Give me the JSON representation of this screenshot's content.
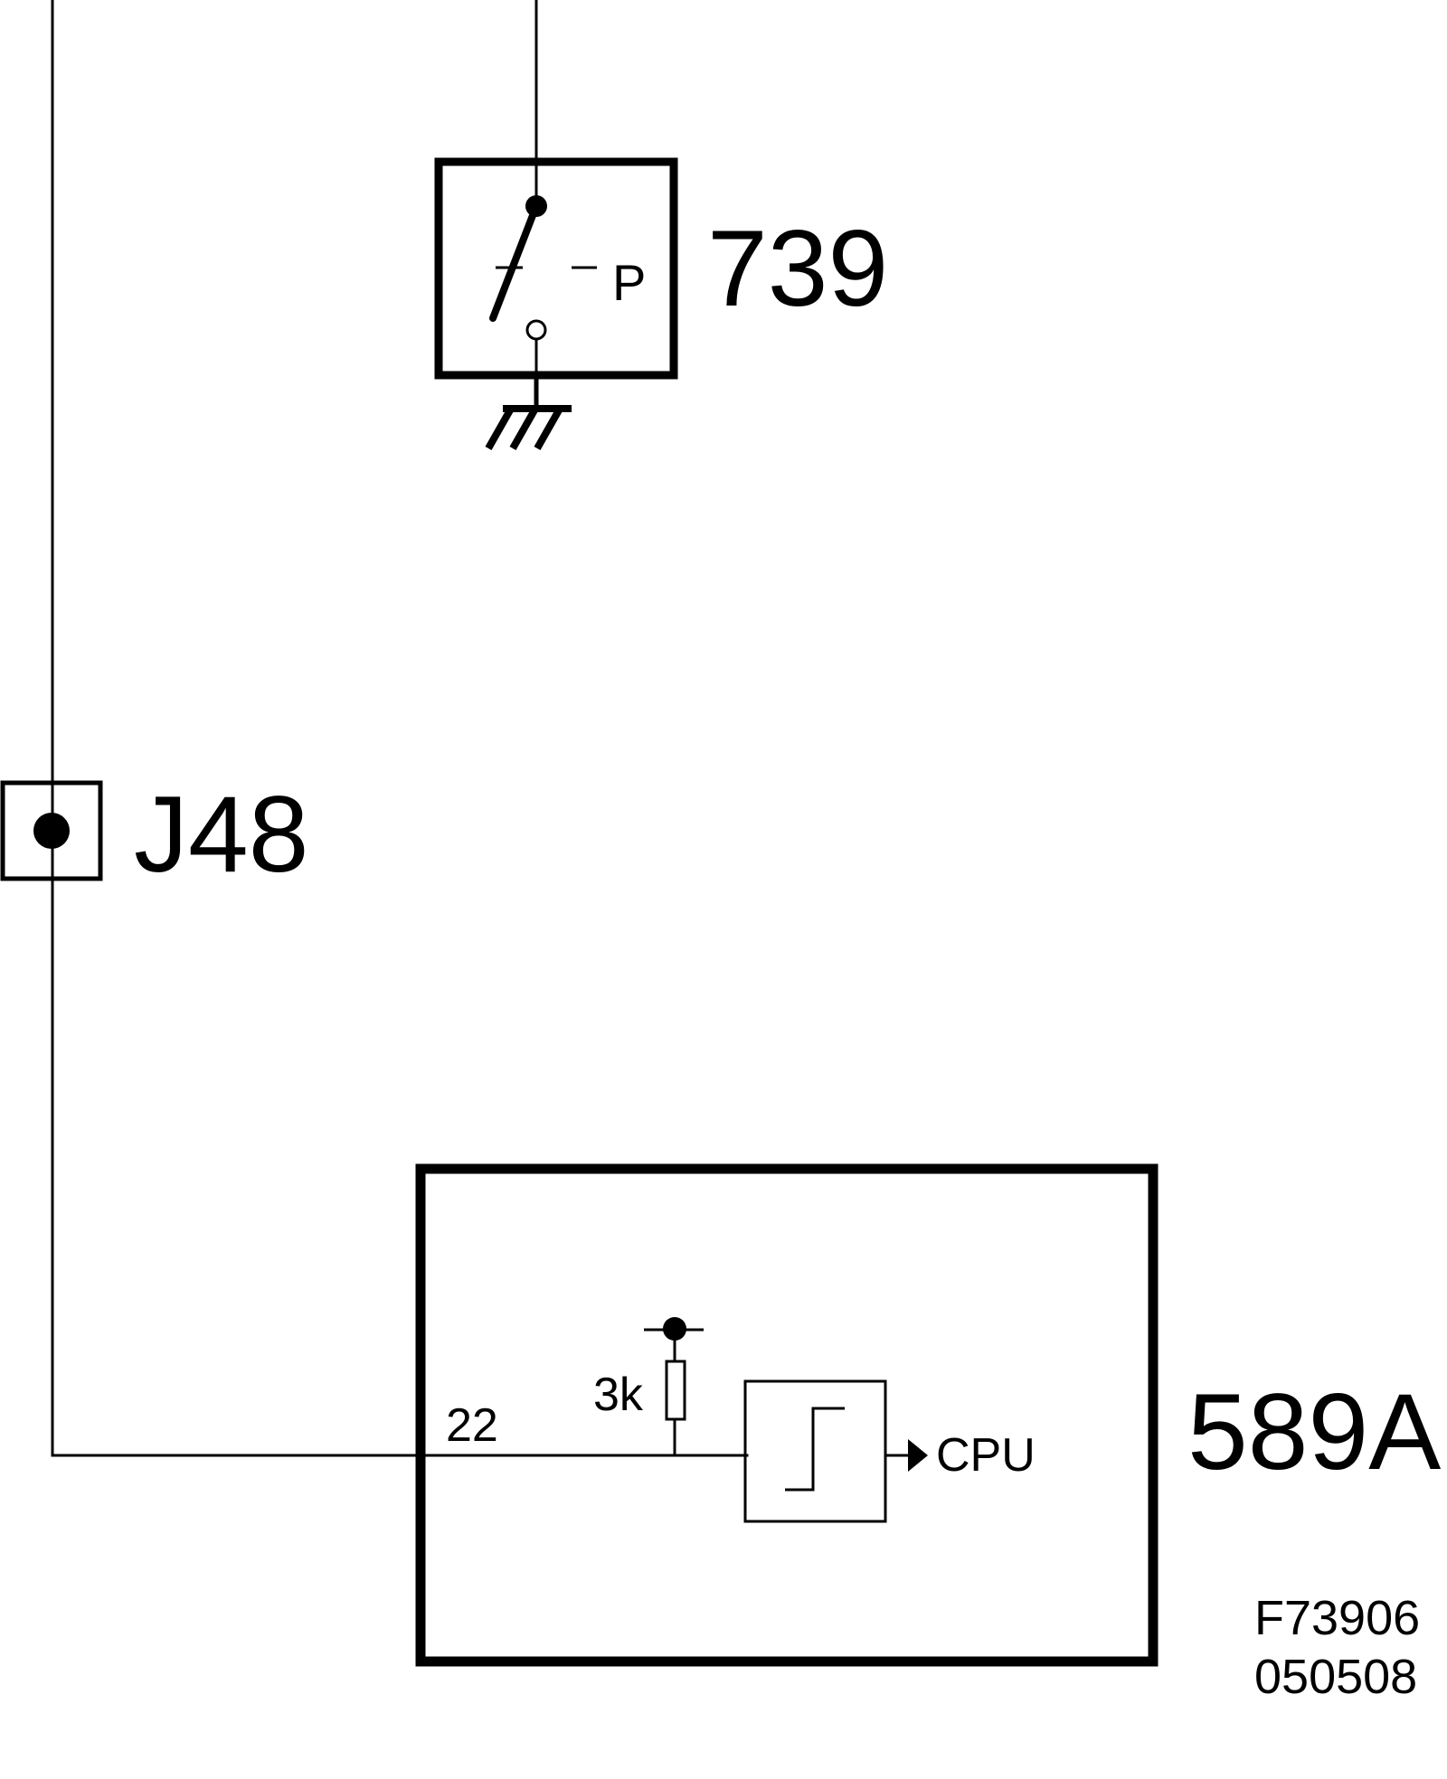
{
  "components": {
    "switch": {
      "id": "739",
      "type_label": "P"
    },
    "connector": {
      "id": "J48"
    },
    "control_module": {
      "id": "589A",
      "pin": "22",
      "resistor_value": "3k",
      "output_label": "CPU"
    }
  },
  "footer": {
    "figure_code": "F73906",
    "date_code": "050508"
  },
  "colors": {
    "ink": "#000000",
    "paper": "#ffffff"
  }
}
